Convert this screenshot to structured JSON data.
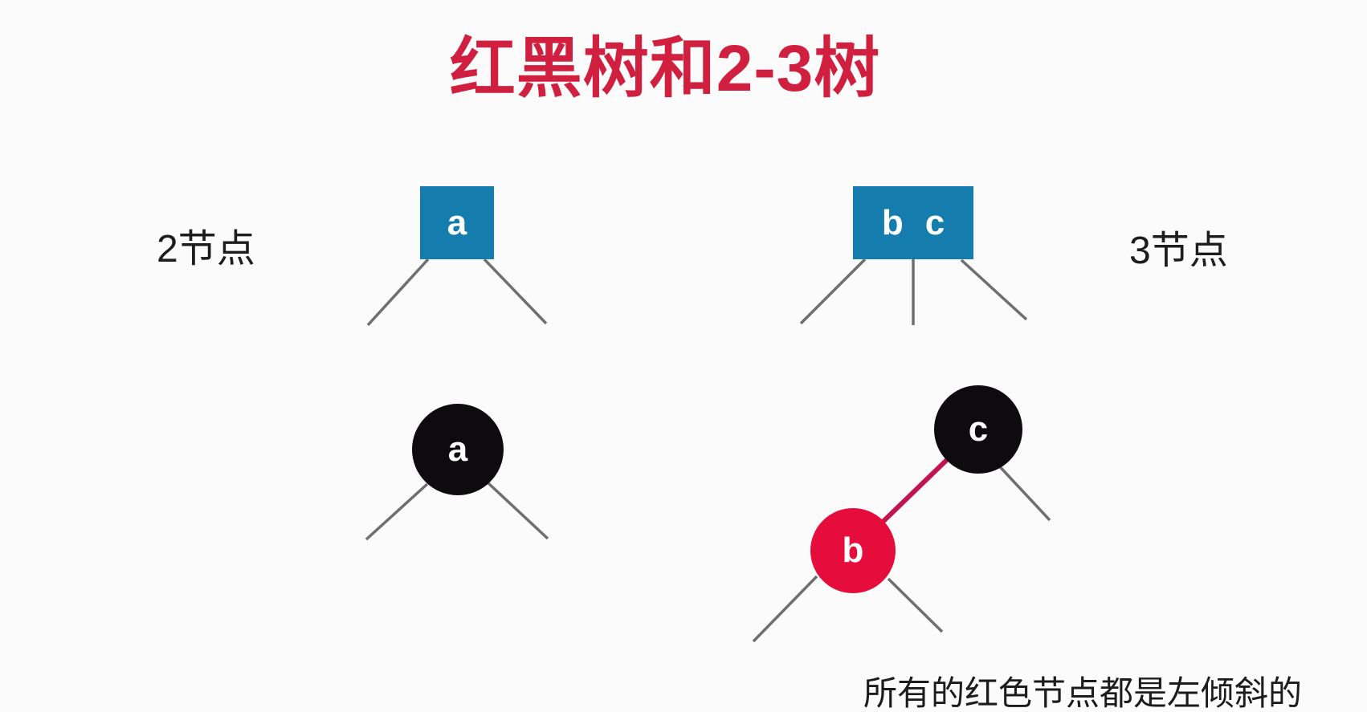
{
  "title": {
    "text": "红黑树和2-3树",
    "color": "#d11f3f"
  },
  "labels": {
    "two_node": "2节点",
    "three_node": "3节点"
  },
  "two_three_tree": {
    "two_node": {
      "keys": [
        "a"
      ],
      "fill": "#157dad",
      "children_edges": 2
    },
    "three_node": {
      "keys": [
        "b",
        "c"
      ],
      "fill": "#157dad",
      "children_edges": 3
    }
  },
  "red_black_tree": {
    "two_node_equiv": {
      "key": "a",
      "node_color": "black"
    },
    "three_node_equiv": {
      "parent": {
        "key": "c",
        "node_color": "black"
      },
      "left_child": {
        "key": "b",
        "node_color": "red"
      },
      "link_color": "#c2154d",
      "link_orientation": "left-leaning"
    }
  },
  "caption": "所有的红色节点都是左倾斜的",
  "colors": {
    "background": "#fbfbfb",
    "node_blue": "#157dad",
    "node_black": "#0d0b0d",
    "node_red": "#e60d3d",
    "edge_gray": "#6f6f6f",
    "edge_red": "#c2154d",
    "title_red": "#d11f3f",
    "text_black": "#1c1c1c"
  }
}
